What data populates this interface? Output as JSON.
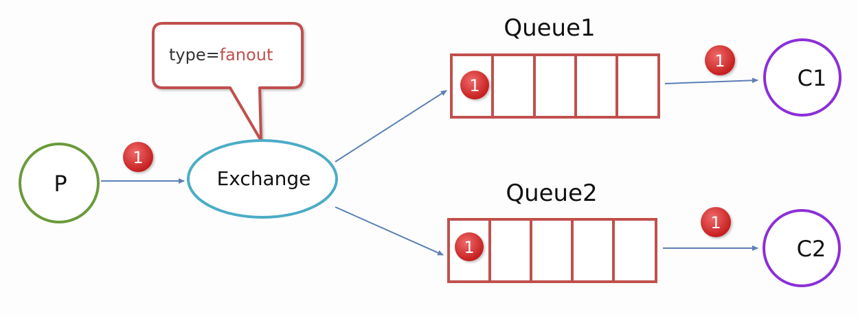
{
  "producer": {
    "label": "P"
  },
  "exchange": {
    "label": "Exchange"
  },
  "callout": {
    "type_key": "type=",
    "type_value": "fanout"
  },
  "queues": [
    {
      "name": "Queue1",
      "message": "1"
    },
    {
      "name": "Queue2",
      "message": "1"
    }
  ],
  "consumers": [
    {
      "label": "C1"
    },
    {
      "label": "C2"
    }
  ],
  "message_badges": {
    "producer_to_exchange": "1",
    "queue1_to_c1": "1",
    "queue2_to_c2": "1"
  },
  "colors": {
    "producer": "#6a9a3a",
    "exchange": "#4bacc6",
    "callout": "#c0504d",
    "fanout_text": "#c0504d",
    "queue": "#c0504d",
    "consumer": "#8b2fd8",
    "arrow": "#5b7fb5",
    "badge": "#d52b2b"
  }
}
